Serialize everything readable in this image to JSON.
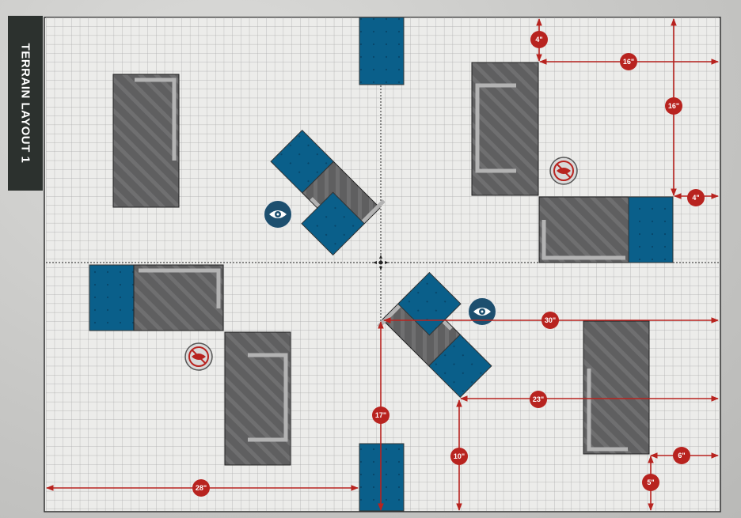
{
  "title": "TERRAIN LAYOUT 1",
  "colors": {
    "board": "#ececea",
    "grid": "#a9a9a9",
    "ruin": "#5f5f60",
    "ruin_wall": "#b3b3b3",
    "container": "#0a5f8a",
    "measure": "#b8231f",
    "objective_ring": "#1d4f6f"
  },
  "measurements": [
    "4\"",
    "16\"",
    "16\"",
    "4\"",
    "30\"",
    "23\"",
    "17\"",
    "10\"",
    "28\"",
    "6\"",
    "5\""
  ],
  "markers": {
    "visible_objective_icon": "eye-icon",
    "obscured_objective_icon": "eye-crossed-icon",
    "center_icon": "crosshair-icon"
  }
}
